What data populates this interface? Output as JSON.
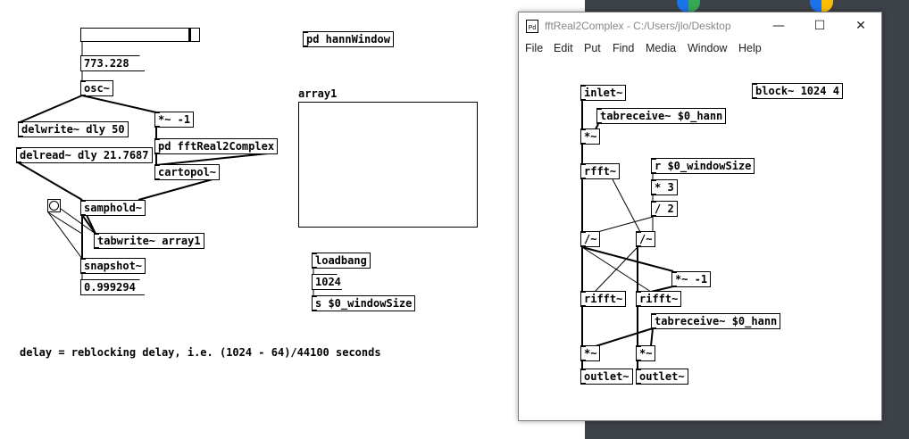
{
  "main_patch": {
    "slider_value_fraction": 0.93,
    "freq_number": "773.228",
    "osc": "osc~",
    "delwrite": "delwrite~ dly 50",
    "mul_neg": "*~ -1",
    "subpatch": "pd fftReal2Complex",
    "delread": "delread~ dly 21.7687",
    "cartopol": "cartopol~",
    "samphold": "samphold~",
    "tabwrite": "tabwrite~ array1",
    "snapshot": "snapshot~",
    "result_number": "0.999294",
    "hann_window": "pd hannWindow",
    "array_name": "array1",
    "loadbang": "loadbang",
    "msg_1024": "1024",
    "send_window": "s $0_windowSize",
    "comment": "delay = reblocking delay, i.e. (1024 - 64)/44100 seconds"
  },
  "window": {
    "title": "fftReal2Complex  - C:/Users/jlo/Desktop",
    "icon_text": "Pd",
    "minimize": "—",
    "maximize": "☐",
    "close": "✕",
    "menus": [
      "File",
      "Edit",
      "Put",
      "Find",
      "Media",
      "Window",
      "Help"
    ]
  },
  "sub_patch": {
    "inlet": "inlet~",
    "block": "block~ 1024 4",
    "tabreceive1": "tabreceive~ $0_hann",
    "mul1": "*~",
    "rfft": "rfft~",
    "r_window": "r $0_windowSize",
    "mul3": "* 3",
    "div2": "/ 2",
    "div_a": "/~",
    "div_b": "/~",
    "mul_neg": "*~ -1",
    "rifft_a": "rifft~",
    "rifft_b": "rifft~",
    "tabreceive2": "tabreceive~ $0_hann",
    "mul_a": "*~",
    "mul_b": "*~",
    "outlet_a": "outlet~",
    "outlet_b": "outlet~"
  },
  "colors": {
    "desktop": "#3d4148",
    "icon_blue": "#1a73e8",
    "icon_yellow": "#fbbc04",
    "icon_green": "#34a853",
    "icon_red": "#ea4335"
  }
}
